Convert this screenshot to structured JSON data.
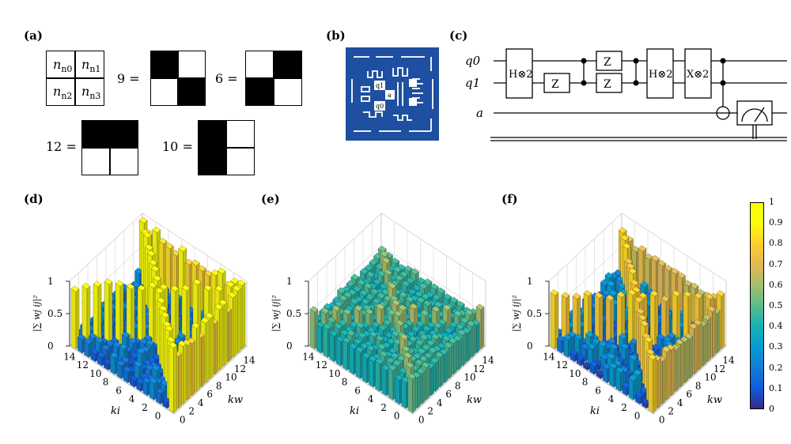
{
  "panels": {
    "a": {
      "label": "(a)",
      "cells": [
        "n0",
        "n1",
        "n2",
        "n3"
      ],
      "patterns": [
        {
          "value": "9",
          "eq": "=",
          "bits": [
            1,
            0,
            0,
            1
          ]
        },
        {
          "value": "6",
          "eq": "=",
          "bits": [
            0,
            1,
            1,
            0
          ]
        },
        {
          "value": "12",
          "eq": "=",
          "bits": [
            1,
            1,
            0,
            0
          ]
        },
        {
          "value": "10",
          "eq": "=",
          "bits": [
            1,
            0,
            1,
            0
          ]
        }
      ]
    },
    "b": {
      "label": "(b)",
      "chip_labels": [
        "q1",
        "a",
        "q0"
      ],
      "chip_color": "#1f4fa0"
    },
    "c": {
      "label": "(c)",
      "wires": [
        "q0",
        "q1",
        "a"
      ],
      "gates": {
        "h_multi": "H⊗2",
        "z": "Z",
        "x_multi": "X⊗2"
      }
    },
    "d": {
      "label": "(d)"
    },
    "e": {
      "label": "(e)"
    },
    "f": {
      "label": "(f)"
    }
  },
  "axes": {
    "z_label": "|∑ wj ij|²",
    "z_ticks": [
      "0",
      "0.5",
      "1"
    ],
    "left_label": "ki",
    "right_label": "kw",
    "left_ticks": [
      "14",
      "12",
      "10",
      "8",
      "6",
      "4",
      "2",
      "0"
    ],
    "right_ticks": [
      "0",
      "2",
      "4",
      "6",
      "8",
      "10",
      "12",
      "14"
    ]
  },
  "colorbar": {
    "ticks": [
      "1",
      "0.9",
      "0.8",
      "0.7",
      "0.6",
      "0.5",
      "0.4",
      "0.3",
      "0.2",
      "0.1",
      "0"
    ],
    "colormap": "parula"
  },
  "colors": {
    "high": "#f9e51d",
    "mid": "#26b5b8",
    "low": "#3e2d9c"
  }
}
